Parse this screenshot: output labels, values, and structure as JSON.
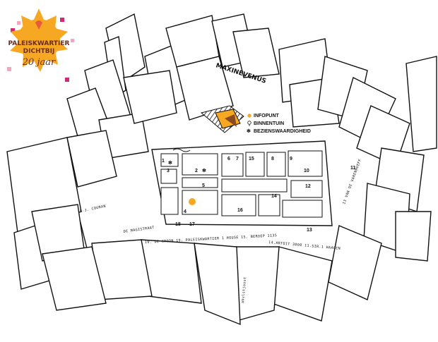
{
  "logo": {
    "line1": "PALEISKWARTIER",
    "line2": "DICHTBIJ",
    "line3": "20 jaar",
    "colors": {
      "sun": "#f7a823",
      "text": "#6b2c1e",
      "squares": "#d12a73",
      "squares_alt": "#f1a6c4"
    }
  },
  "street_top": "MAXINEVENUS",
  "legend": {
    "items": [
      {
        "label": "INFOPUNT",
        "icon": "orange-dot-icon"
      },
      {
        "label": "BINNENTUIN",
        "icon": "tree-icon"
      },
      {
        "label": "BEZIENSWAARDIGHEID",
        "icon": "asterisk-icon"
      }
    ],
    "bird_colors": {
      "body": "#f7a823",
      "wing": "#8a4a22"
    }
  },
  "markers": [
    "1",
    "2",
    "3",
    "4",
    "5",
    "6",
    "7",
    "8",
    "9",
    "10",
    "11",
    "12",
    "13",
    "14",
    "15",
    "16",
    "17",
    "18"
  ],
  "street_labels": {
    "left": "'S-J. COURAN",
    "diag": "DE MAGISTRAAT",
    "bottom1": "19. DE CROON 19. PALEISKWARTIER 1 HOUSE 15. BEROEP 1135",
    "bottom2": "14.ARTOIT 3000 11.SIR.1 HAAGEN",
    "right": "13 VAN DE VARENHOEFF"
  },
  "sign_text": "akvlstjoost"
}
